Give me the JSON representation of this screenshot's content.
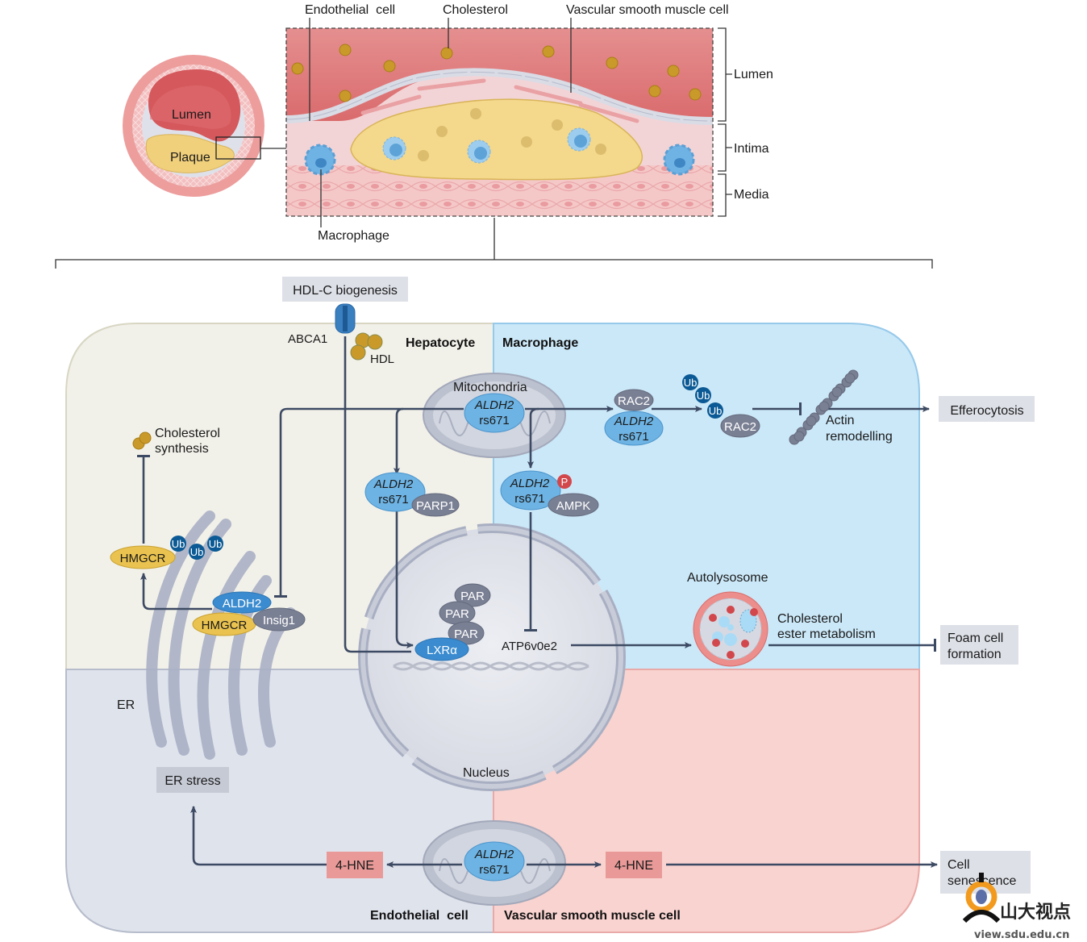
{
  "top_panel": {
    "labels": {
      "endothelial_cell": "Endothelial  cell",
      "cholesterol": "Cholesterol",
      "vsmc": "Vascular smooth muscle cell",
      "macrophage": "Macrophage",
      "lumen_cross": "Lumen",
      "plaque_cross": "Plaque"
    },
    "layers": [
      "Lumen",
      "Intima",
      "Media"
    ]
  },
  "cells": {
    "hepatocyte": "Hepatocyte",
    "macrophage": "Macrophage",
    "endothelial": "Endothelial  cell",
    "vsmc": "Vascular smooth muscle cell"
  },
  "organelles": {
    "mitochondria": "Mitochondria",
    "nucleus": "Nucleus",
    "er": "ER",
    "autolysosome": "Autolysosome"
  },
  "molecules": {
    "aldh2": "ALDH2",
    "rs671": "rs671",
    "abca1": "ABCA1",
    "hdl": "HDL",
    "hmgcr": "HMGCR",
    "insig1": "Insig1",
    "ub": "Ub",
    "parp1": "PARP1",
    "par": "PAR",
    "lxra": "LXRα",
    "ampk": "AMPK",
    "p": "P",
    "rac2": "RAC2",
    "atp6": "ATP6v0e2",
    "hne": "4-HNE"
  },
  "text_labels": {
    "chol_synth_1": "Cholesterol",
    "chol_synth_2": "synthesis",
    "actin_1": "Actin",
    "actin_2": "remodelling",
    "cem_1": "Cholesterol",
    "cem_2": "ester metabolism"
  },
  "outcomes": {
    "hdl_c": "HDL-C biogenesis",
    "efferocytosis": "Efferocytosis",
    "foam_1": "Foam cell",
    "foam_2": "formation",
    "er_stress": "ER stress",
    "senescence_1": "Cell",
    "senescence_2": "senescence"
  },
  "watermark": {
    "title": "山大视点",
    "url": "view.sdu.edu.cn"
  },
  "colors": {
    "hepatocyte_bg": "#f2f1e9",
    "macrophage_bg": "#cbe8f8",
    "endothelial_bg": "#dfe3ec",
    "vsmc_bg": "#f9d3d0",
    "arrow": "#3d4a63",
    "aldh2": "#5fa9dd",
    "grey_protein": "#7a8094",
    "hmgcr": "#e9c24f",
    "ub": "#0b5a95",
    "hne_box": "#e99a98",
    "outcome_box": "#dde0e7"
  }
}
